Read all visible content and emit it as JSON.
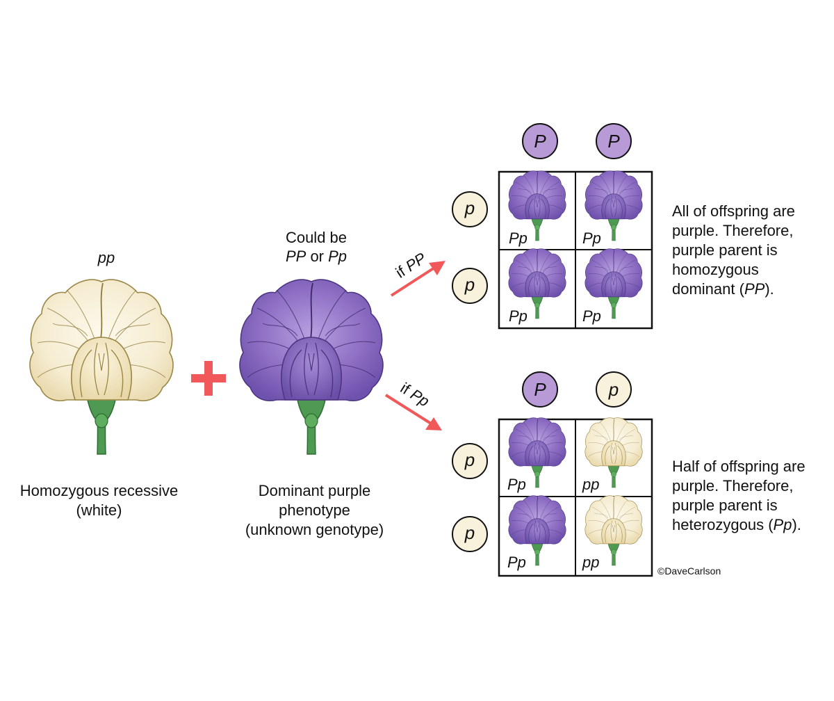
{
  "parents": {
    "recessive": {
      "genotype": "pp",
      "caption_line1": "Homozygous recessive",
      "caption_line2": "(white)",
      "flower_color": "white"
    },
    "dominant": {
      "heading_line1": "Could be",
      "heading_gt1": "PP",
      "heading_or": "or",
      "heading_gt2": "Pp",
      "caption_line1": "Dominant purple",
      "caption_line2": "phenotype",
      "caption_line3": "(unknown genotype)",
      "flower_color": "purple"
    }
  },
  "cross_symbol": "+",
  "arrows": {
    "top": {
      "prefix": "if",
      "genotype": "PP"
    },
    "bottom": {
      "prefix": "if",
      "genotype": "Pp"
    }
  },
  "squares": [
    {
      "gametes_top": [
        "P",
        "P"
      ],
      "gametes_side": [
        "p",
        "p"
      ],
      "cells": [
        {
          "genotype": "Pp",
          "color": "purple"
        },
        {
          "genotype": "Pp",
          "color": "purple"
        },
        {
          "genotype": "Pp",
          "color": "purple"
        },
        {
          "genotype": "Pp",
          "color": "purple"
        }
      ],
      "conclusion": {
        "line1": "All of offspring are",
        "line2": "purple. Therefore,",
        "line3": "purple parent is",
        "line4": "homozygous",
        "line5_pre": "dominant (",
        "line5_gt": "PP",
        "line5_post": ")."
      }
    },
    {
      "gametes_top": [
        "P",
        "p"
      ],
      "gametes_side": [
        "p",
        "p"
      ],
      "cells": [
        {
          "genotype": "Pp",
          "color": "purple"
        },
        {
          "genotype": "pp",
          "color": "white"
        },
        {
          "genotype": "Pp",
          "color": "purple"
        },
        {
          "genotype": "pp",
          "color": "white"
        }
      ],
      "conclusion": {
        "line1": "Half of offspring are",
        "line2": "purple. Therefore,",
        "line3": "purple parent is",
        "line4_pre": "heterozygous (",
        "line4_gt": "Pp",
        "line4_post": ")."
      }
    }
  ],
  "credit": "©DaveCarlson",
  "colors": {
    "purple_fill": "#9b7fc9",
    "purple_dark": "#4d3580",
    "purple_vein": "#3c2766",
    "white_fill": "#f7f0dc",
    "white_dark": "#9a8645",
    "white_vein": "#8e7a3a",
    "stem_green": "#4f9a52",
    "stem_dark": "#2d6b33",
    "arrow_red": "#f0585a",
    "allele_purple": "#b79ad6",
    "allele_cream": "#f8f1dc"
  }
}
